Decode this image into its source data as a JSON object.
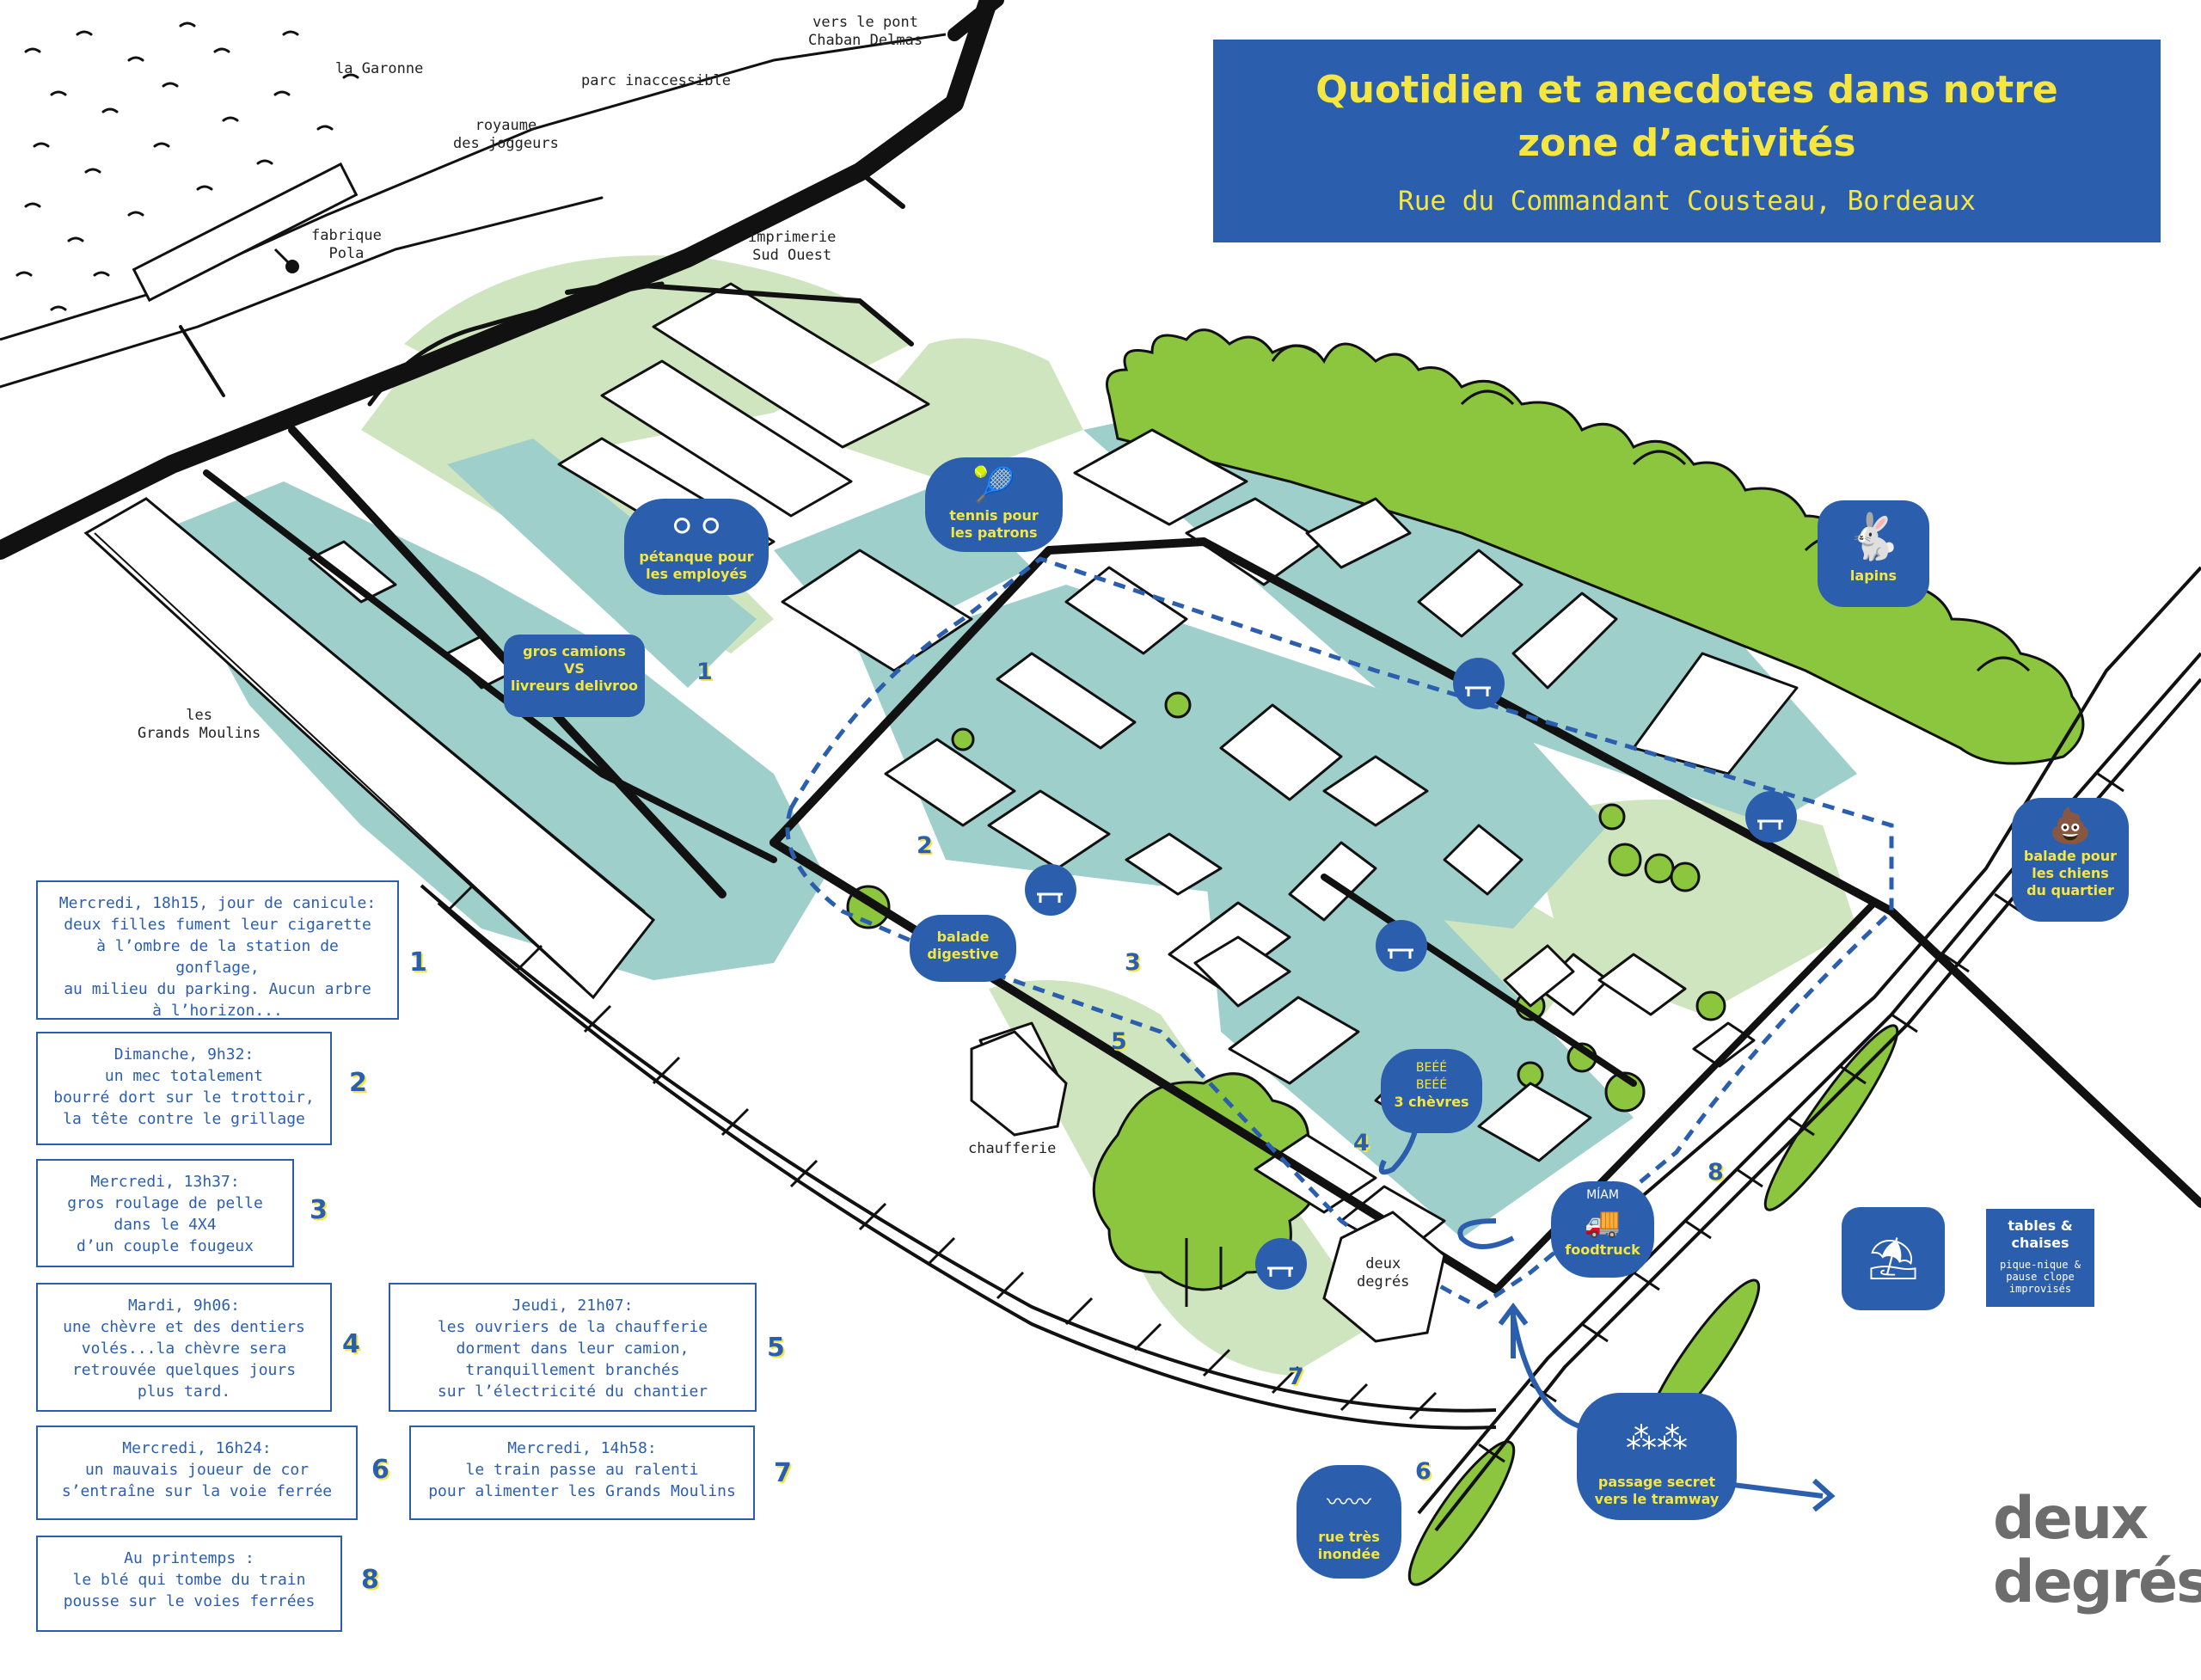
{
  "title": {
    "line1": "Quotidien et anecdotes dans notre",
    "line2": "zone d’activités",
    "subtitle": "Rue du Commandant Cousteau, Bordeaux"
  },
  "places": {
    "garonne": "la Garonne",
    "pont": "vers le pont\nChaban Delmas",
    "parc": "parc inaccessible",
    "royaume": "royaume\ndes joggeurs",
    "fabrique": "fabrique\nPola",
    "imprimerie": "imprimerie\nSud Ouest",
    "moulins": "les\nGrands Moulins",
    "chaufferie": "chaufferie",
    "deux_degres": "deux\ndegrés"
  },
  "badges": {
    "petanque": [
      "pétanque pour",
      "les employés"
    ],
    "tennis": [
      "tennis pour",
      "les patrons"
    ],
    "lapins": [
      "lapins"
    ],
    "camions": [
      "gros camions",
      "VS",
      "livreurs delivroo"
    ],
    "balade_digestive": [
      "balade",
      "digestive"
    ],
    "balade_chiens": [
      "balade pour",
      "les chiens",
      "du quartier"
    ],
    "chevres": [
      "BEÉÉ",
      "BEÉÉ",
      "3 chèvres"
    ],
    "foodtruck": [
      "MÍAM",
      "foodtruck"
    ],
    "rue_inondee": [
      "rue très",
      "inondée"
    ],
    "passage_secret": [
      "passage secret",
      "vers le tramway"
    ],
    "tables": [
      "tables &",
      "chaises"
    ],
    "tables_sub": "pique-nique &\npause clope\nimprovisés"
  },
  "icons": {
    "petanque": "petanque-balls-icon",
    "tennis": "tennis-racket-icon",
    "lapins": "rabbit-icon",
    "chiens": "dog-poop-icon",
    "foodtruck": "food-truck-icon",
    "tables": "picnic-table-icon"
  },
  "stories": [
    {
      "n": "1",
      "text": "Mercredi, 18h15, jour de canicule:\ndeux filles fument leur cigarette\nà l’ombre de la station de gonflage,\nau milieu du parking. Aucun arbre\nà l’horizon..."
    },
    {
      "n": "2",
      "text": "Dimanche, 9h32:\nun mec totalement\nbourré dort sur le trottoir,\nla tête contre le grillage"
    },
    {
      "n": "3",
      "text": "Mercredi, 13h37:\ngros roulage de pelle\ndans le 4X4\nd’un couple fougeux"
    },
    {
      "n": "4",
      "text": "Mardi, 9h06:\nune chèvre et des dentiers\nvolés...la chèvre sera\nretrouvée quelques jours\nplus tard."
    },
    {
      "n": "5",
      "text": "Jeudi, 21h07:\nles ouvriers de la chaufferie\ndorment dans leur camion,\ntranquillement branchés\nsur l’électricité du chantier"
    },
    {
      "n": "6",
      "text": "Mercredi, 16h24:\nun mauvais joueur de cor\ns’entraîne sur la voie ferrée"
    },
    {
      "n": "7",
      "text": "Mercredi, 14h58:\nle train passe au ralenti\npour alimenter les Grands Moulins"
    },
    {
      "n": "8",
      "text": "Au printemps :\nle blé qui tombe du train\npousse sur le voies ferrées"
    }
  ],
  "map_numbers": [
    "1",
    "2",
    "3",
    "4",
    "5",
    "6",
    "7",
    "8"
  ],
  "logo": [
    "deux",
    "degrés"
  ],
  "colors": {
    "blue": "#2b5fae",
    "yellow": "#f5e642",
    "teal": "#9ecfcb",
    "light_green": "#cfe5bf",
    "tree_green": "#8cc63f",
    "road": "#111111",
    "logo_grey": "#6d6d6d"
  }
}
